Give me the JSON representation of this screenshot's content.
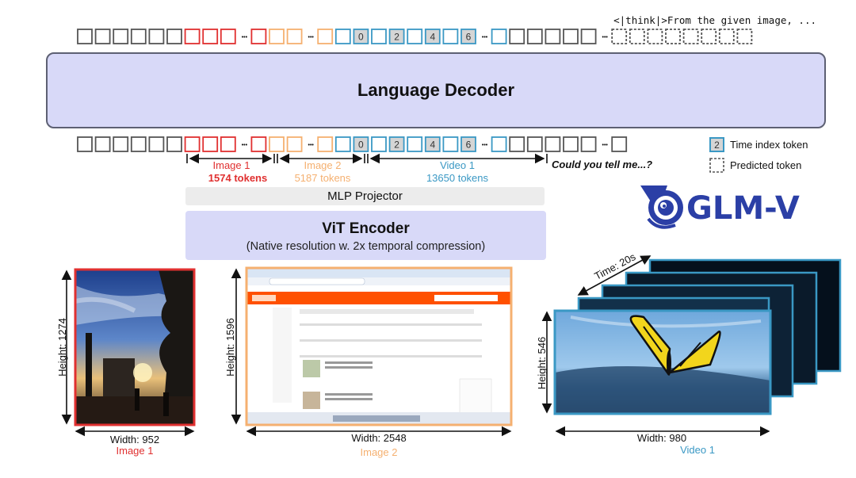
{
  "decoder": {
    "label": "Language Decoder"
  },
  "output_text": "<|think|>From the given image, ...",
  "prompt_text": "Could you tell me...?",
  "segments": {
    "image1": {
      "name": "Image 1",
      "tokens": "1574 tokens"
    },
    "image2": {
      "name": "Image 2",
      "tokens": "5187 tokens"
    },
    "video1": {
      "name": "Video 1",
      "tokens": "13650 tokens"
    }
  },
  "time_index_values": [
    "0",
    "2",
    "4",
    "6"
  ],
  "projector": {
    "label": "MLP Projector"
  },
  "encoder": {
    "title": "ViT Encoder",
    "subtitle": "(Native resolution w. 2x temporal compression)"
  },
  "legend": {
    "time_index": {
      "glyph": "2",
      "label": "Time index token"
    },
    "predicted": {
      "label": "Predicted token"
    }
  },
  "logo": {
    "text": "GLM-V"
  },
  "inputs": {
    "image1": {
      "height": "Height: 1274",
      "width": "Width: 952",
      "caption": "Image 1"
    },
    "image2": {
      "height": "Height: 1596",
      "width": "Width: 2548",
      "caption": "Image 2"
    },
    "video1": {
      "height": "Height: 546",
      "width": "Width: 980",
      "caption": "Video 1",
      "time": "Time: 20s"
    }
  },
  "colors": {
    "image1": "#e03030",
    "image2": "#f5b070",
    "video1": "#3a98c4",
    "text_token": "#555555",
    "logo": "#2b3fa6",
    "panel": "#d8d9f8"
  }
}
